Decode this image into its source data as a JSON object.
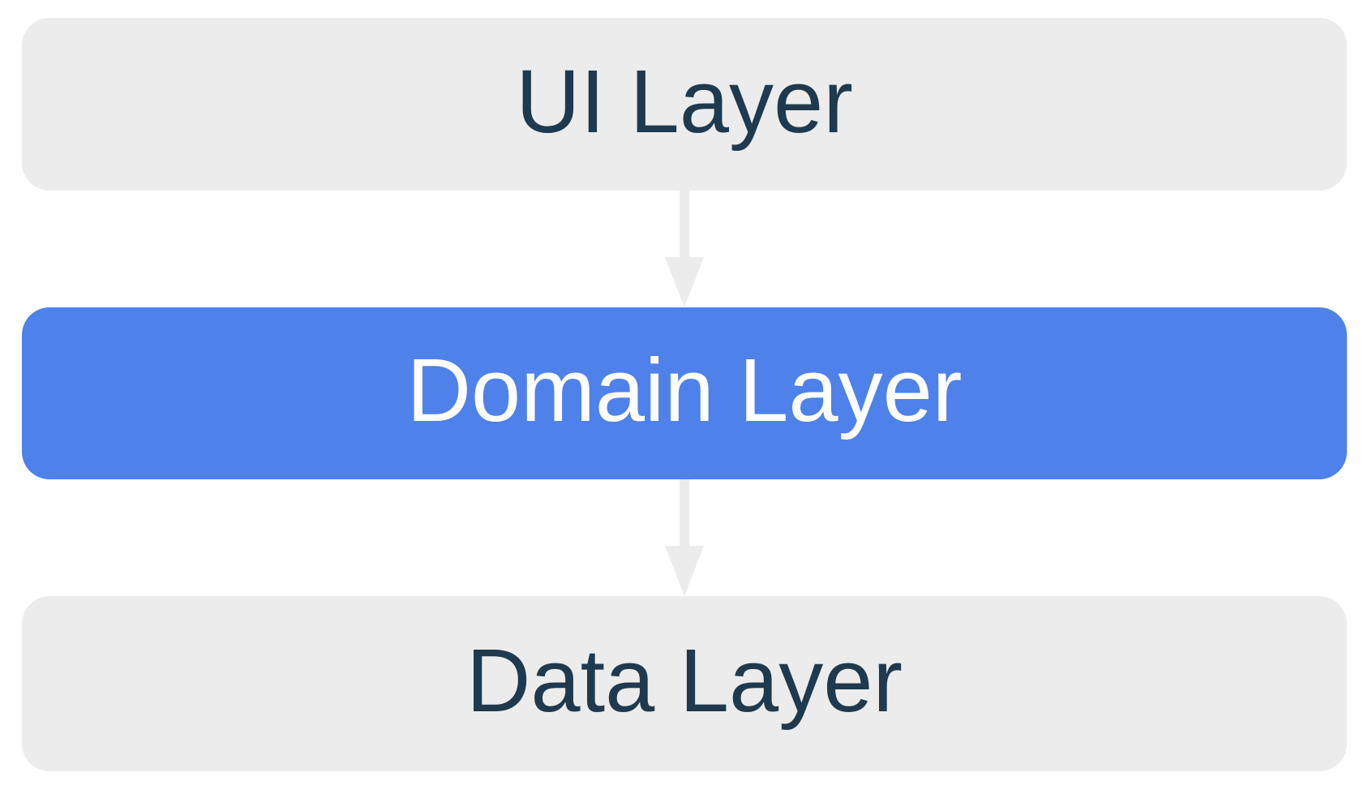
{
  "diagram": {
    "layers": [
      {
        "label": "UI Layer",
        "highlighted": false
      },
      {
        "label": "Domain Layer",
        "highlighted": true
      },
      {
        "label": "Data Layer",
        "highlighted": false
      }
    ],
    "arrows": [
      {
        "from": "UI Layer",
        "to": "Domain Layer",
        "direction": "down"
      },
      {
        "from": "Domain Layer",
        "to": "Data Layer",
        "direction": "down"
      }
    ],
    "colors": {
      "layer_bg": "#ececec",
      "layer_text": "#1f3a4e",
      "highlight_bg": "#4e82ea",
      "highlight_text": "#ffffff",
      "arrow": "#ececec",
      "page_bg": "#ffffff"
    }
  }
}
